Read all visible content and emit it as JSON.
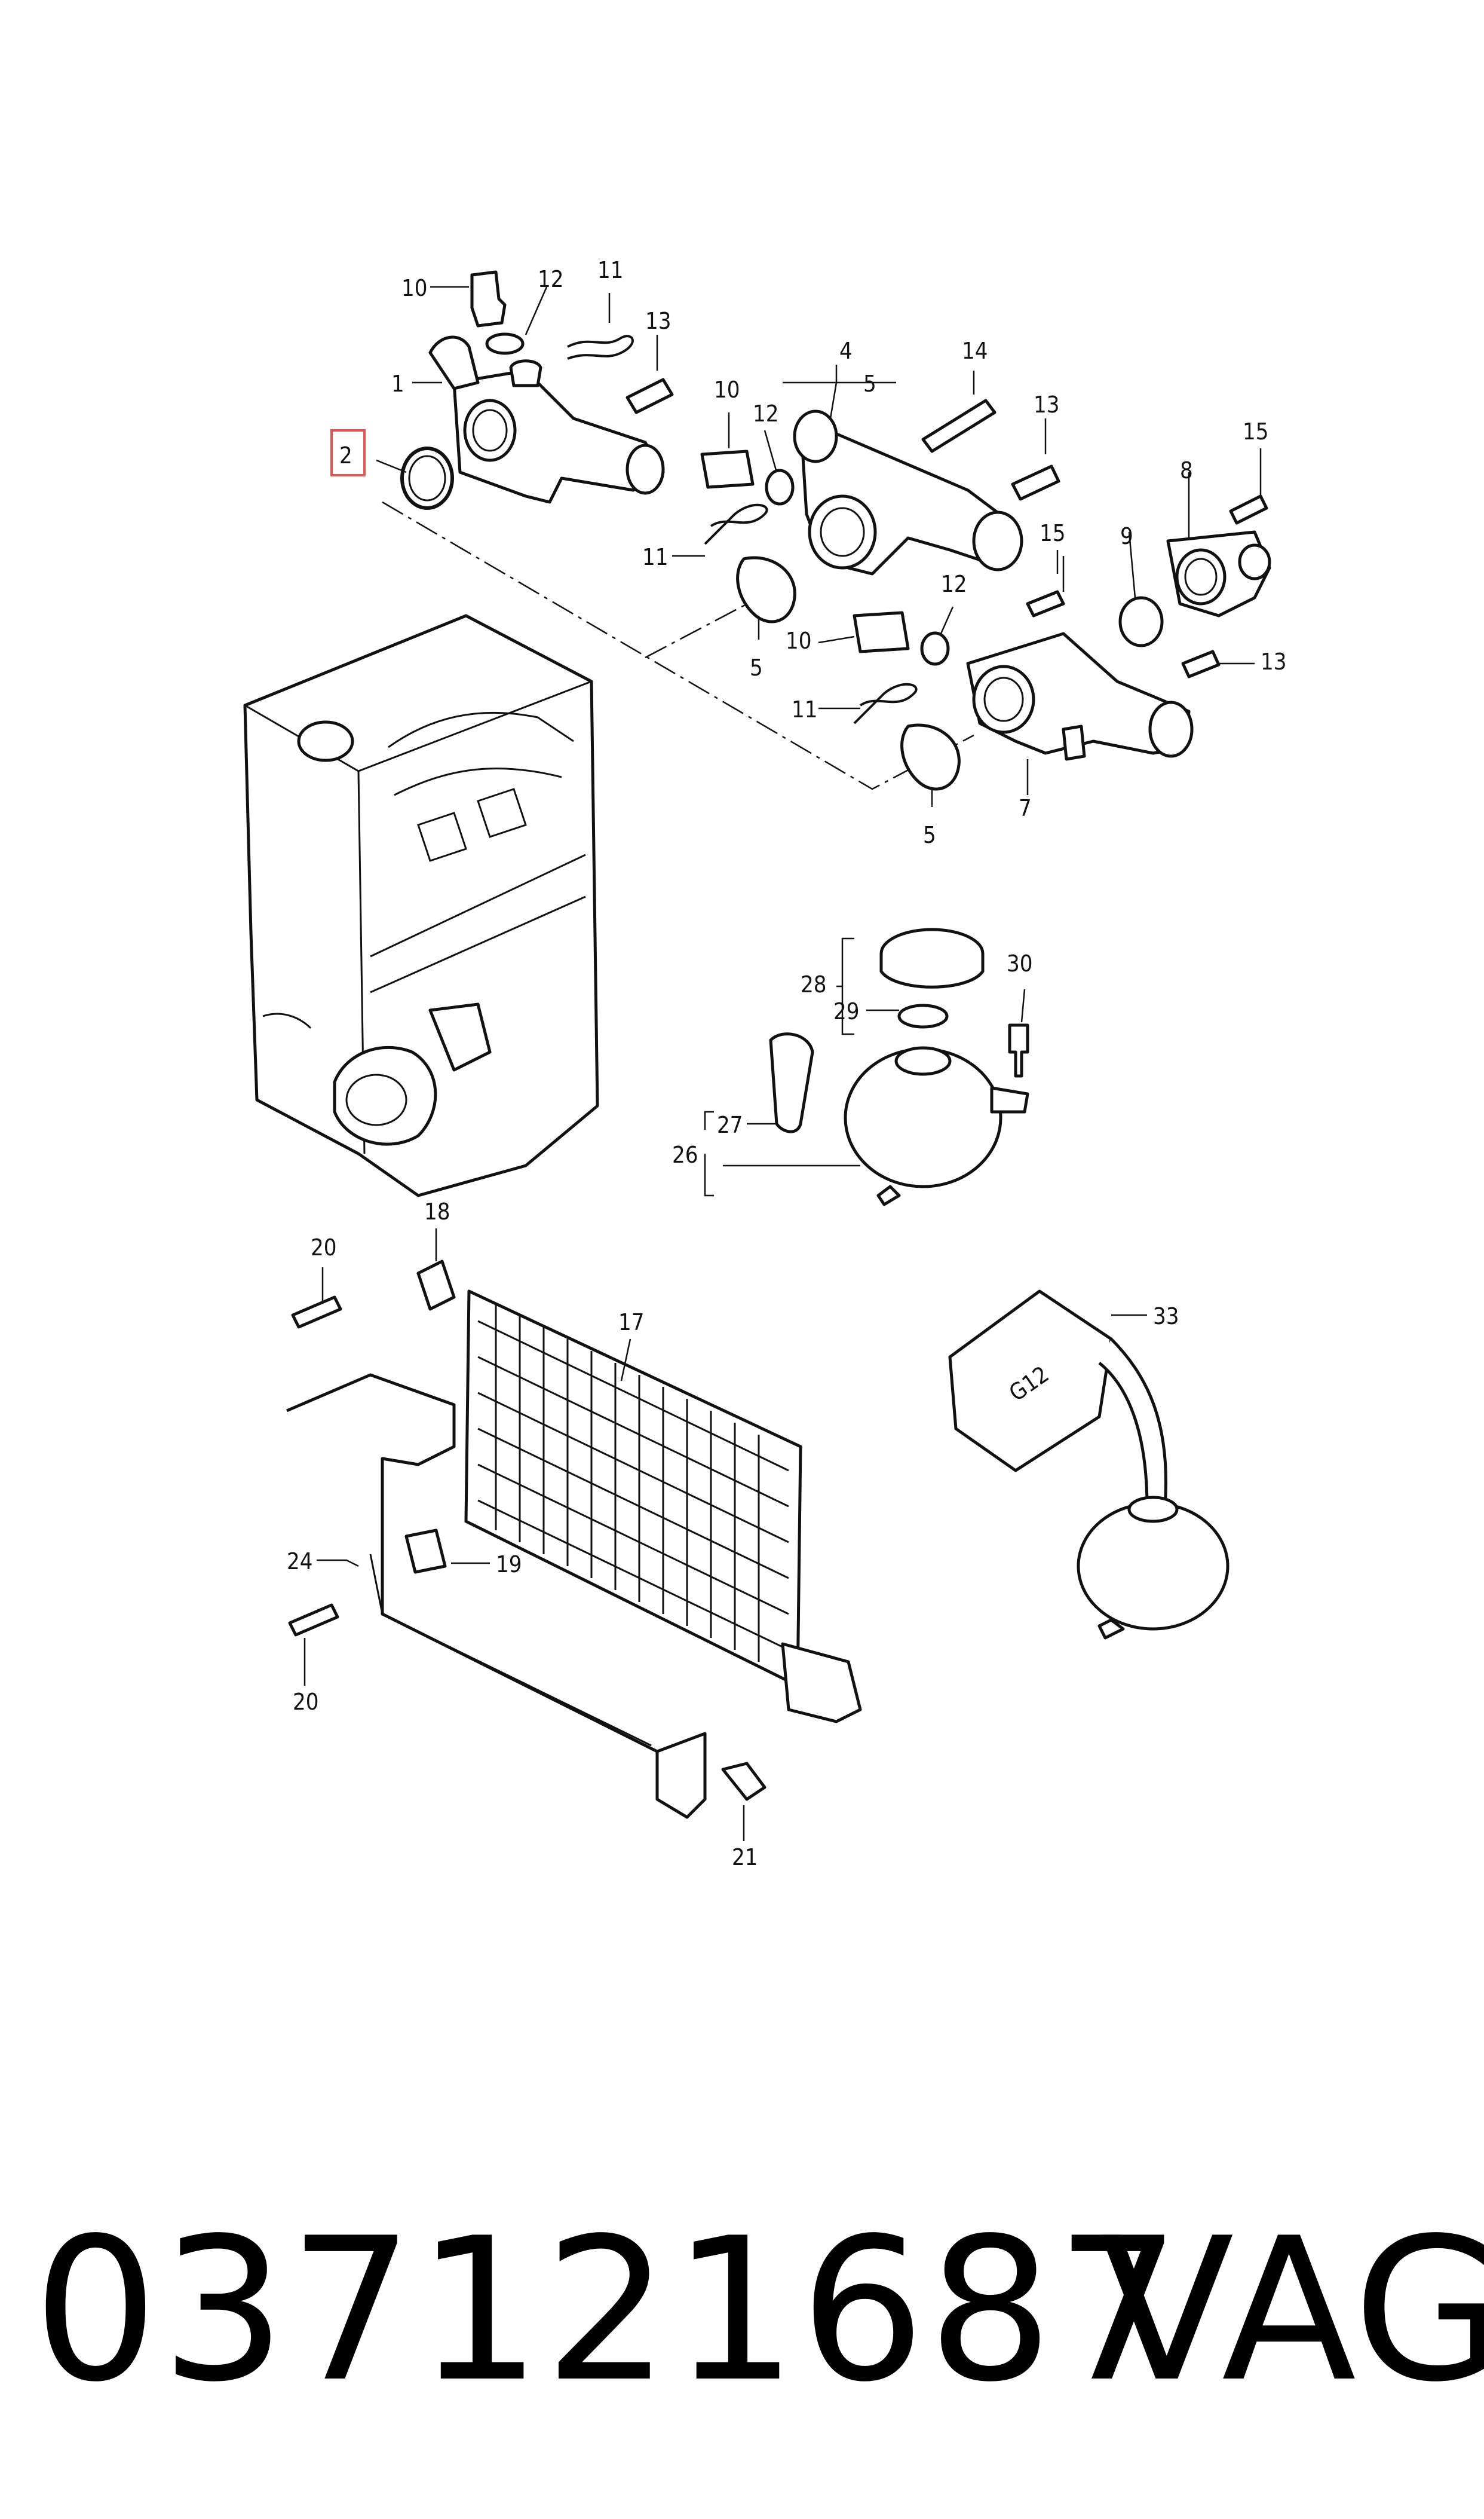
{
  "callouts": {
    "c1": "1",
    "c2": "2",
    "c4": "4",
    "c5a": "5",
    "c5b": "5",
    "c5c": "5",
    "c7": "7",
    "c8": "8",
    "c9": "9",
    "c10a": "10",
    "c10b": "10",
    "c10c": "10",
    "c11a": "11",
    "c11b": "11",
    "c11c": "11",
    "c12a": "12",
    "c12b": "12",
    "c12c": "12",
    "c13a": "13",
    "c13b": "13",
    "c13c": "13",
    "c14": "14",
    "c15a": "15",
    "c15b": "15",
    "c17": "17",
    "c18": "18",
    "c19": "19",
    "c20a": "20",
    "c20b": "20",
    "c21": "21",
    "c24": "24",
    "c26": "26",
    "c27": "27",
    "c28": "28",
    "c29": "29",
    "c30": "30",
    "c33": "33"
  },
  "coolant_label": "G12",
  "highlighted_callout": "2",
  "highlight_color": "#e05555",
  "footer": {
    "part_number": "037121687",
    "brand": "VAG"
  }
}
